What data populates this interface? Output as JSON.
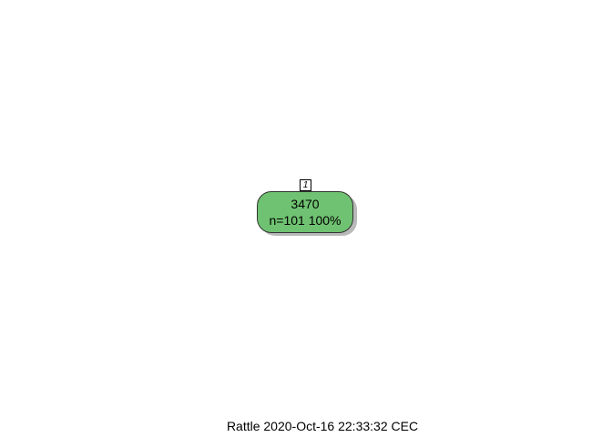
{
  "tree": {
    "root": {
      "node_number": "1",
      "value": "3470",
      "summary": "n=101  100%",
      "fill_color": "#6fc271"
    }
  },
  "footer": {
    "caption": "Rattle 2020-Oct-16 22:33:32 CEC"
  }
}
